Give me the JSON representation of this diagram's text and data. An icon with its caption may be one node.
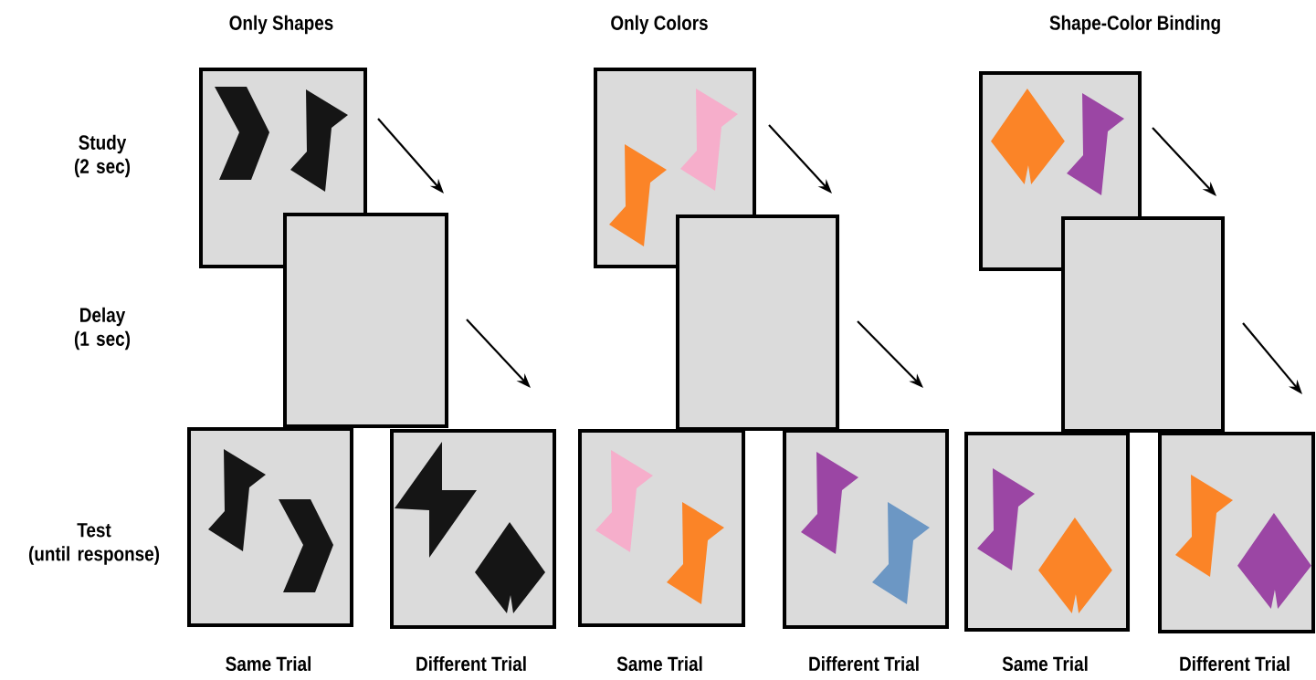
{
  "diagram": {
    "nodes": [
      {
        "text": [],
        "shape": "picture"
      },
      {
        "text": [],
        "shape": "box"
      },
      {
        "text": [],
        "shape": "picture",
        "beside": [
          "Same Trial"
        ]
      },
      {
        "text": [],
        "shape": "picture",
        "beside": [
          "Different Trial"
        ]
      },
      {
        "text": [],
        "shape": "picture"
      },
      {
        "text": [],
        "shape": "box"
      },
      {
        "text": [],
        "shape": "picture",
        "beside": [
          "Same Trial"
        ]
      },
      {
        "text": [],
        "shape": "picture",
        "beside": [
          "Different Trial"
        ]
      },
      {
        "text": [],
        "shape": "picture"
      },
      {
        "text": [],
        "shape": "box"
      },
      {
        "text": [],
        "shape": "picture",
        "beside": [
          "Same Trial"
        ]
      },
      {
        "text": [],
        "shape": "picture",
        "beside": [
          "Different Trial"
        ]
      }
    ],
    "edges": [
      {
        "from": 0,
        "to": 1,
        "arrow": "to"
      },
      {
        "from": 1,
        "to": 3,
        "arrow": "to"
      },
      {
        "from": 4,
        "to": 5,
        "arrow": "to"
      },
      {
        "from": 5,
        "to": 7,
        "arrow": "to"
      },
      {
        "from": 8,
        "to": 9,
        "arrow": "to"
      },
      {
        "from": 9,
        "to": 11,
        "arrow": "to"
      }
    ],
    "labels": [
      "Only Shapes",
      "Only Colors",
      "Shape-Color Binding",
      "Study (2 sec)",
      "Delay (1 sec)",
      "Test (until response)"
    ]
  }
}
